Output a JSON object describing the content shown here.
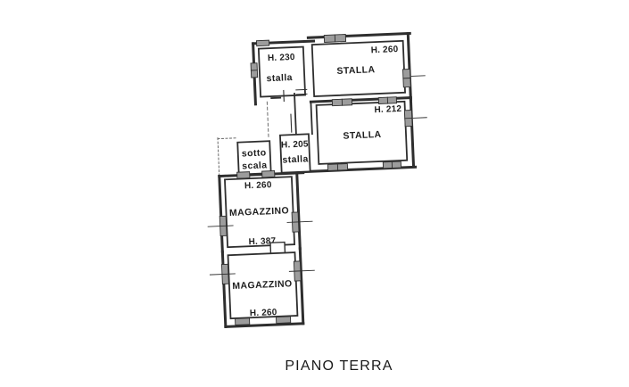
{
  "title": "PIANO TERRA",
  "rooms": {
    "stalla_230": {
      "height": "H. 230",
      "name": "stalla"
    },
    "stalla_260": {
      "height": "H. 260",
      "name": "STALLA"
    },
    "stalla_212": {
      "height": "H. 212",
      "name": "STALLA"
    },
    "sotto_scala": {
      "name_line1": "sotto",
      "name_line2": "scala"
    },
    "stalla_205": {
      "height": "H. 205",
      "name": "stalla"
    },
    "magazzino_upper": {
      "height_top": "H. 260",
      "name": "MAGAZZINO",
      "height_bottom": "H. 387"
    },
    "magazzino_lower": {
      "name": "MAGAZZINO",
      "height_bottom": "H. 260"
    }
  },
  "colors": {
    "wall": "#2e2e2e",
    "window_fill": "#9c9c9c",
    "background": "#ffffff"
  }
}
